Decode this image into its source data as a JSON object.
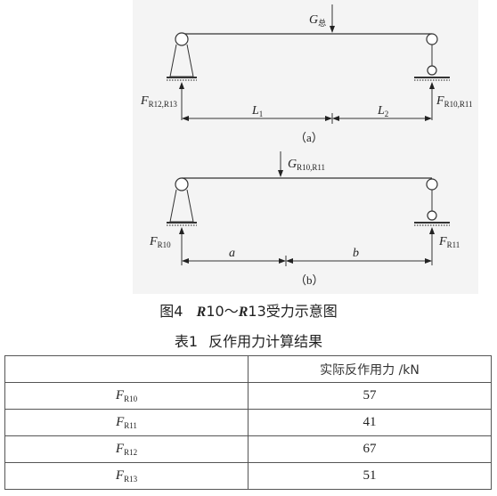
{
  "figure": {
    "panel_a": {
      "load_symbol": "G",
      "load_sub": "总",
      "left_reaction_symbol": "F",
      "left_reaction_sub": "R12,R13",
      "right_reaction_symbol": "F",
      "right_reaction_sub": "R10,R11",
      "dim_left_symbol": "L",
      "dim_left_sub": "1",
      "dim_right_symbol": "L",
      "dim_right_sub": "2",
      "label": "（a）"
    },
    "panel_b": {
      "load_symbol": "G",
      "load_sub": "R10,R11",
      "left_reaction_symbol": "F",
      "left_reaction_sub": "R10",
      "right_reaction_symbol": "F",
      "right_reaction_sub": "R11",
      "dim_left": "a",
      "dim_right": "b",
      "label": "（b）"
    }
  },
  "caption": {
    "prefix": "图4",
    "r1": "R",
    "n1": "10～",
    "r2": "R",
    "n2": "13受力示意图"
  },
  "table": {
    "title_num": "表1",
    "title_text": "反作用力计算结果",
    "header": [
      "",
      "实际反作用力 /kN"
    ],
    "rows": [
      {
        "symbol": "F",
        "sub": "R10",
        "value": "57"
      },
      {
        "symbol": "F",
        "sub": "R11",
        "value": "41"
      },
      {
        "symbol": "F",
        "sub": "R12",
        "value": "67"
      },
      {
        "symbol": "F",
        "sub": "R13",
        "value": "51"
      }
    ]
  }
}
